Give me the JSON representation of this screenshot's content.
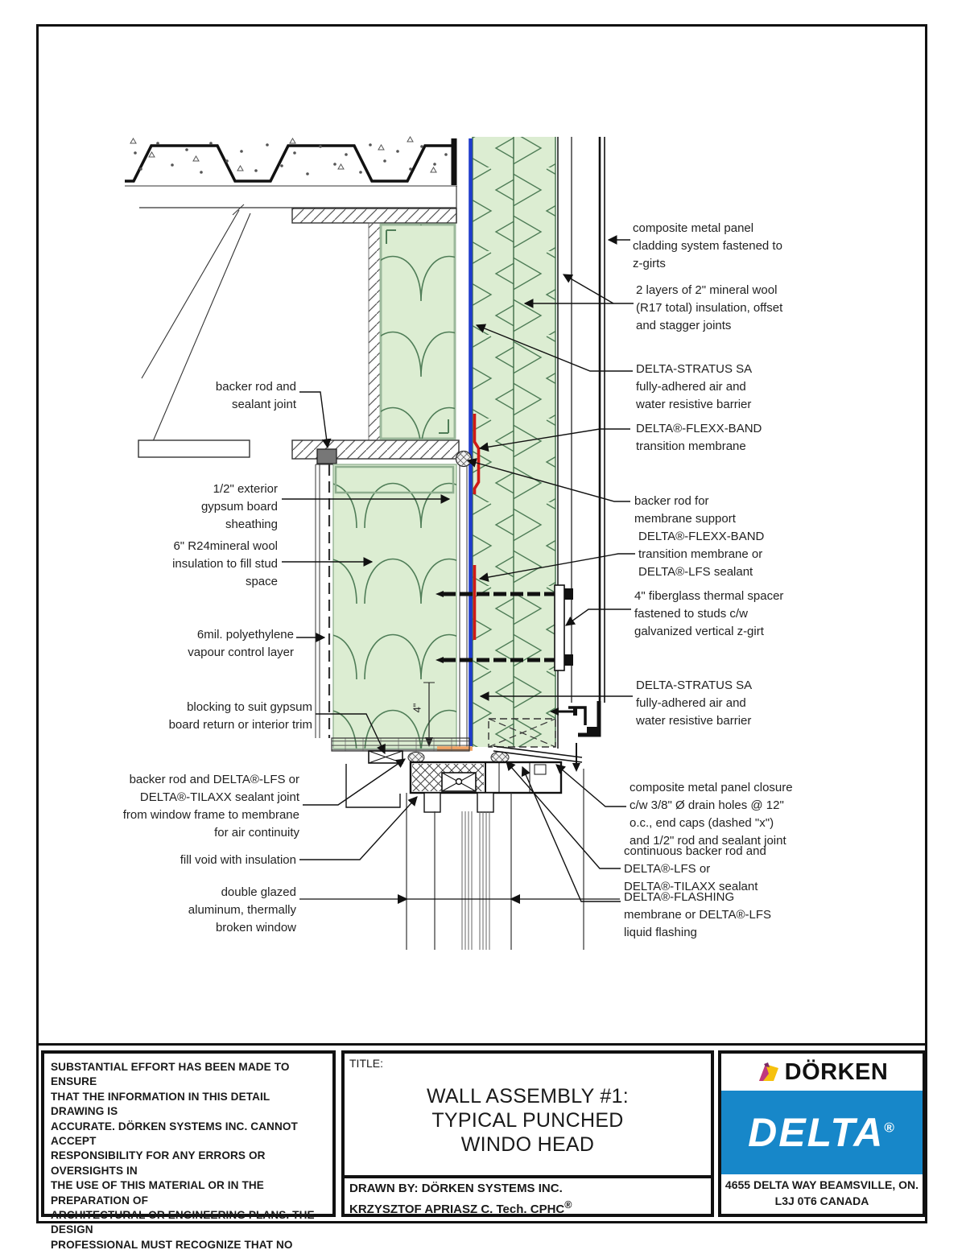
{
  "drawing": {
    "dimension_label": "4\"",
    "left_labels": [
      {
        "text": "backer rod and\nsealant joint"
      },
      {
        "text": "1/2\" exterior\ngypsum board\nsheathing"
      },
      {
        "text": "6\" R24mineral wool\ninsulation to fill stud\nspace"
      },
      {
        "text": "6mil. polyethylene\nvapour control layer"
      },
      {
        "text": "blocking to suit gypsum\nboard return or interior trim"
      },
      {
        "text": "backer rod and DELTA®-LFS or\nDELTA®-TILAXX sealant joint\nfrom window frame to membrane\nfor air continuity"
      },
      {
        "text": "fill void with insulation"
      },
      {
        "text": "double glazed\naluminum, thermally\nbroken window"
      }
    ],
    "right_labels": [
      {
        "text": "composite metal panel\ncladding system fastened to\nz-girts"
      },
      {
        "text": "2 layers of 2\" mineral wool\n(R17 total)  insulation, offset\nand stagger joints"
      },
      {
        "text": "DELTA-STRATUS SA\nfully-adhered air and\nwater resistive barrier"
      },
      {
        "text": "DELTA®-FLEXX-BAND\ntransition membrane"
      },
      {
        "text": "backer rod for\nmembrane support"
      },
      {
        "text": "DELTA®-FLEXX-BAND\ntransition membrane or\nDELTA®-LFS sealant"
      },
      {
        "text": "4\" fiberglass thermal spacer\nfastened to studs c/w\ngalvanized vertical z-girt"
      },
      {
        "text": "DELTA-STRATUS SA\nfully-adhered air and\nwater resistive barrier"
      },
      {
        "text": "composite metal panel closure\nc/w 3/8\" Ø drain holes @ 12\"\no.c., end caps (dashed \"x\")\nand 1/2\" rod and sealant joint"
      },
      {
        "text": "continuous backer rod and\nDELTA®-LFS or\nDELTA®-TILAXX sealant"
      },
      {
        "text": "DELTA®-FLASHING\nmembrane or DELTA®-LFS\nliquid flashing"
      }
    ]
  },
  "title_block": {
    "disclaimer": "SUBSTANTIAL EFFORT HAS BEEN MADE TO ENSURE\nTHAT THE INFORMATION IN THIS DETAIL DRAWING IS\nACCURATE. DÖRKEN SYSTEMS INC. CANNOT ACCEPT\nRESPONSIBILITY FOR ANY ERRORS OR OVERSIGHTS IN\nTHE USE OF THIS MATERIAL OR IN THE PREPARATION OF\nARCHITECTURAL OR ENGINEERING PLANS. THE DESIGN\nPROFESSIONAL MUST RECOGNIZE THAT NO DESIGN\nDETAIL CAN SUBSTITUTE FOR EXPERIENCED\nENGINEERING AND PROFESSIONAL JUDGEMENT.",
    "title_label": "TITLE:",
    "title": "WALL ASSEMBLY #1:\nTYPICAL PUNCHED\nWINDO HEAD",
    "drawn_by_line1": "DRAWN BY: DÖRKEN SYSTEMS INC.",
    "drawn_by_line2": "KRZYSZTOF APRIASZ C. Tech. CPHC",
    "drawn_by_sup": "®",
    "brand": {
      "dorken": "DÖRKEN",
      "delta": "DELTA",
      "delta_sup": "®",
      "address": "4655 DELTA WAY BEAMSVILLE, ON.\nL3J 0T6 CANADA"
    },
    "colors": {
      "delta_blue": "#1787c9",
      "dorken_yellow": "#f6c10e",
      "dorken_magenta": "#c0387f"
    }
  },
  "colors": {
    "insulation_green_fill": "#dcedd2",
    "insulation_green_line": "#4f7d57",
    "air_barrier_blue": "#1f3ccc",
    "membrane_red": "#cf1917",
    "flashing_orange": "#f2a465"
  }
}
